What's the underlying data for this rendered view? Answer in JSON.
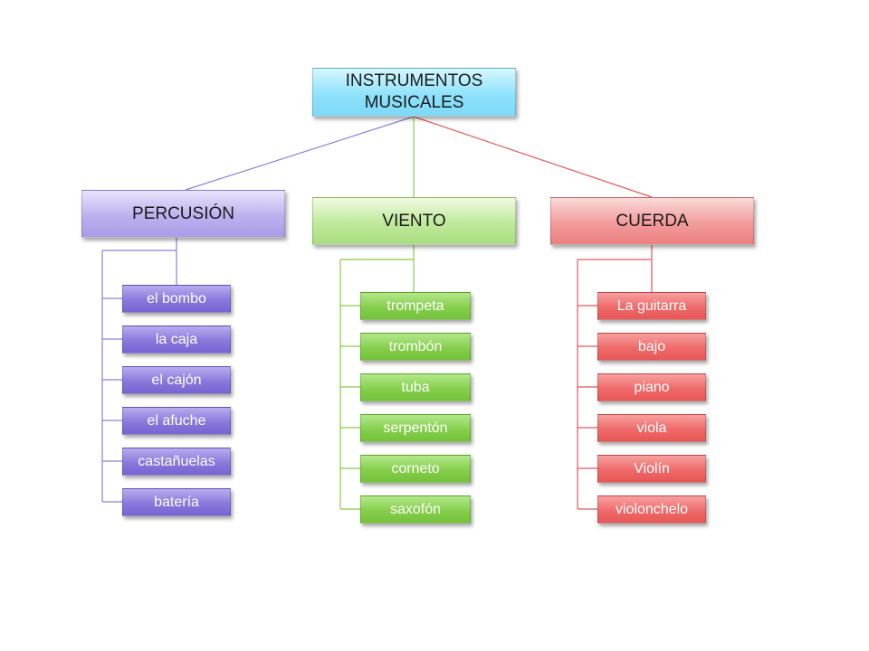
{
  "root": {
    "lines": [
      "INSTRUMENTOS",
      "MUSICALES"
    ]
  },
  "categories": [
    {
      "label": "PERCUSIÓN",
      "color": "#8f7fdc",
      "items": [
        "el bombo",
        "la caja",
        "el cajón",
        "el afuche",
        "castañuelas",
        "batería"
      ]
    },
    {
      "label": "VIENTO",
      "color": "#8cc84b",
      "items": [
        "trompeta",
        "trombón",
        "tuba",
        "serpentón",
        "corneto",
        "saxofón"
      ]
    },
    {
      "label": "CUERDA",
      "color": "#e05a5a",
      "items": [
        "La guitarra",
        "bajo",
        "piano",
        "viola",
        "Violín",
        "violonchelo"
      ]
    }
  ]
}
